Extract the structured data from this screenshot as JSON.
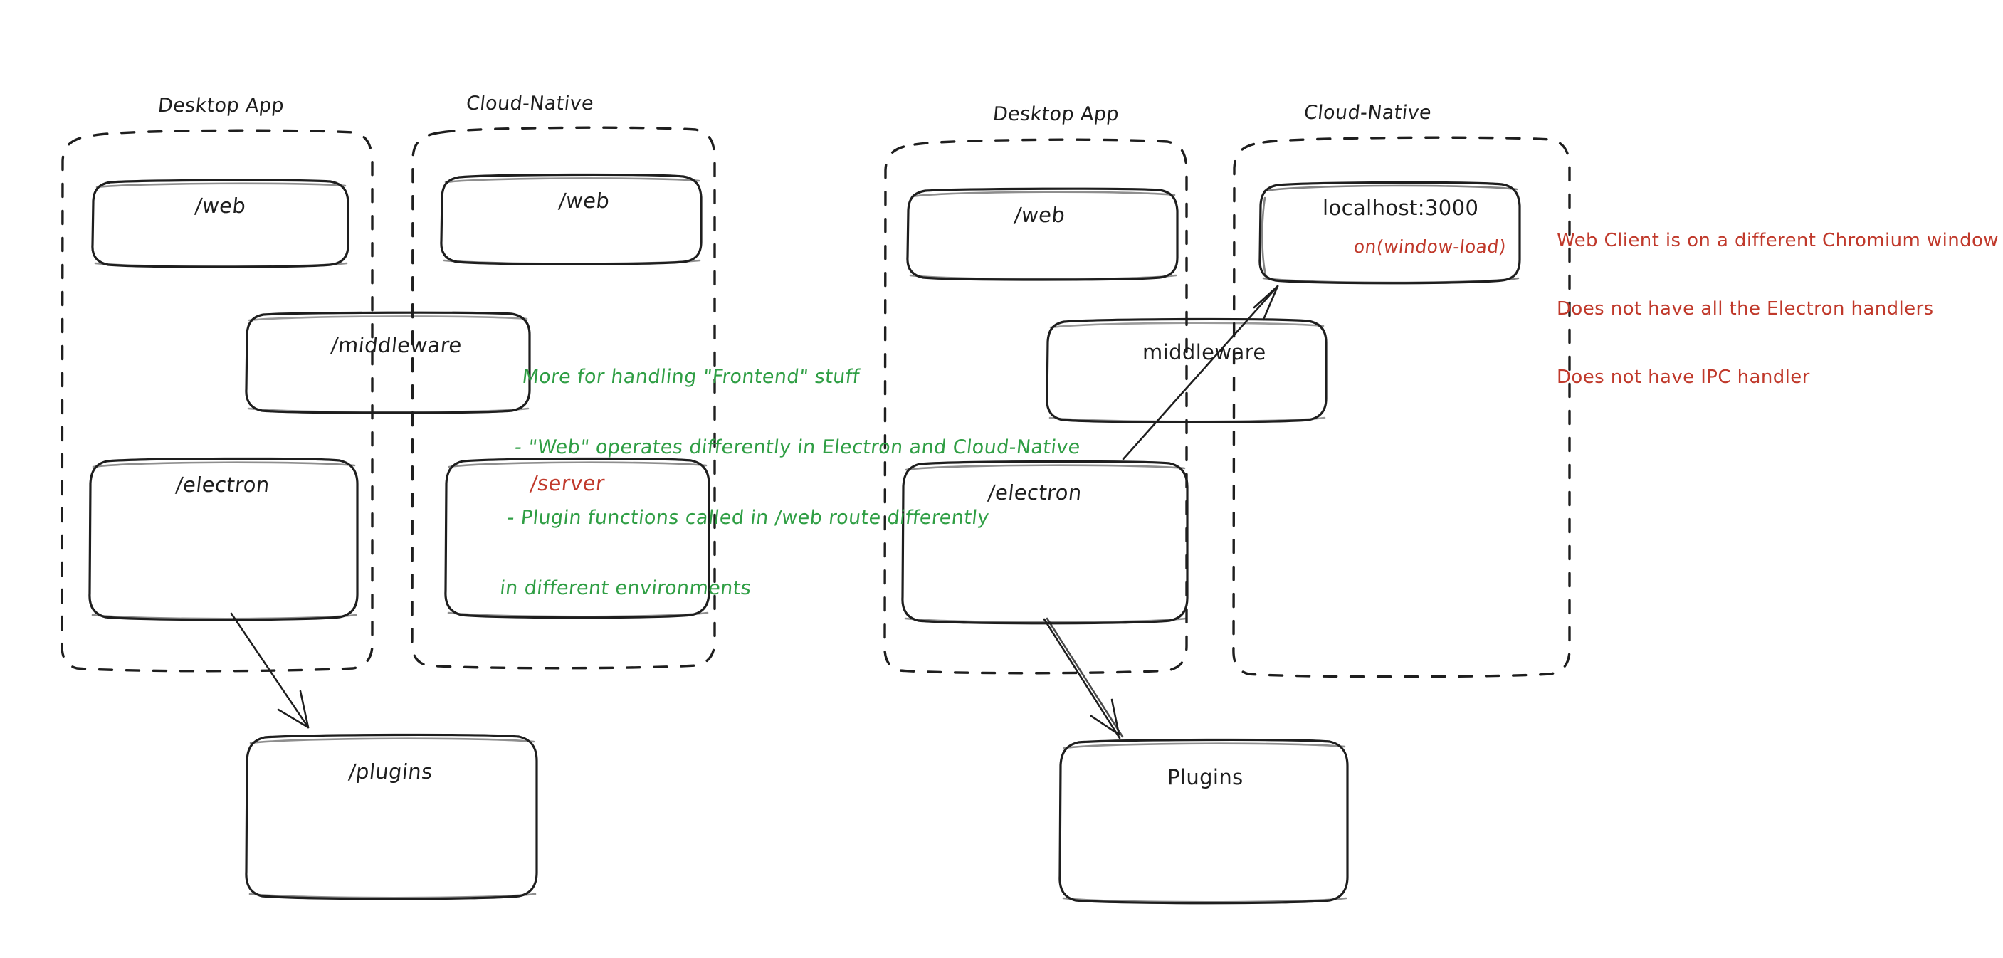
{
  "diagram": {
    "title": "Desktop App vs Cloud-Native architecture comparison",
    "colors": {
      "stroke": "#1e1e1e",
      "green_note": "#2f9e44",
      "red_note": "#c0392b",
      "background": "#ffffff"
    },
    "panels": [
      {
        "id": "left",
        "groups": [
          {
            "id": "left-desktop-app",
            "title": "Desktop App",
            "nodes": [
              {
                "id": "left-desktop-web",
                "label": "/web",
                "color": "#1e1e1e"
              },
              {
                "id": "left-desktop-electron",
                "label": "/electron",
                "color": "#1e1e1e"
              }
            ]
          },
          {
            "id": "left-cloud-native",
            "title": "Cloud-Native",
            "nodes": [
              {
                "id": "left-cloud-web",
                "label": "/web",
                "color": "#1e1e1e"
              },
              {
                "id": "left-cloud-server",
                "label": "/server",
                "color": "#c0392b"
              }
            ]
          }
        ],
        "spanning_nodes": [
          {
            "id": "left-middleware",
            "label": "/middleware",
            "color": "#1e1e1e"
          }
        ],
        "outside_nodes": [
          {
            "id": "left-plugins",
            "label": "/plugins",
            "color": "#1e1e1e"
          }
        ],
        "arrows": [
          {
            "id": "arrow-left-electron-to-plugins",
            "from": "left-desktop-electron",
            "to": "left-plugins"
          }
        ]
      },
      {
        "id": "right",
        "groups": [
          {
            "id": "right-desktop-app",
            "title": "Desktop App",
            "nodes": [
              {
                "id": "right-desktop-web",
                "label": "/web",
                "color": "#1e1e1e"
              },
              {
                "id": "right-desktop-electron",
                "label": "/electron",
                "color": "#1e1e1e"
              }
            ]
          },
          {
            "id": "right-cloud-native",
            "title": "Cloud-Native",
            "nodes": [
              {
                "id": "right-cloud-localhost",
                "label": "localhost:3000",
                "color": "#1e1e1e",
                "sublabel": "on(window-load)",
                "sublabel_color": "#c0392b"
              }
            ]
          }
        ],
        "spanning_nodes": [
          {
            "id": "right-middleware",
            "label": "middleware",
            "color": "#1e1e1e"
          }
        ],
        "outside_nodes": [
          {
            "id": "right-plugins",
            "label": "Plugins",
            "color": "#1e1e1e"
          }
        ],
        "arrows": [
          {
            "id": "arrow-right-electron-to-plugins",
            "from": "right-desktop-electron",
            "to": "right-plugins"
          },
          {
            "id": "arrow-right-electron-to-localhost",
            "from": "right-desktop-electron",
            "to": "right-cloud-localhost"
          }
        ]
      }
    ],
    "annotations": [
      {
        "id": "green-frontend-note",
        "color": "#2f9e44",
        "lines": [
          "More for handling \"Frontend\" stuff",
          "- \"Web\" operates differently in Electron and Cloud-Native",
          "- Plugin functions called in /web route differently",
          "in different environments"
        ]
      },
      {
        "id": "red-web-client-note",
        "color": "#c0392b",
        "lines": [
          "Web Client is on a different Chromium window",
          "Does not have all the Electron handlers",
          "Does not have IPC handler"
        ]
      }
    ]
  }
}
